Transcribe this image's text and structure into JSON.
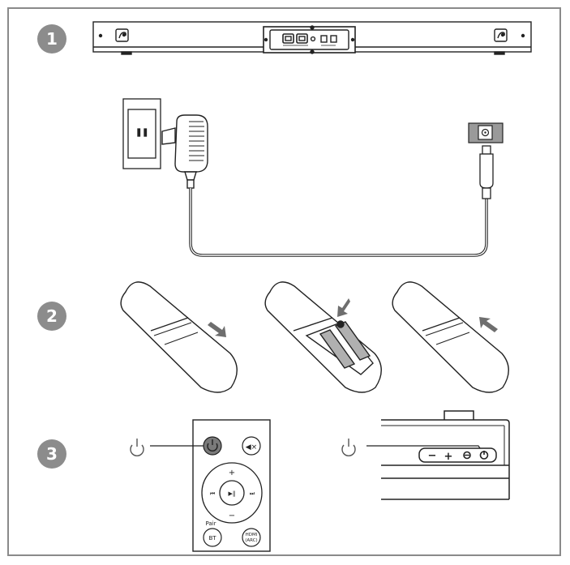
{
  "steps": [
    {
      "number": "1"
    },
    {
      "number": "2"
    },
    {
      "number": "3"
    }
  ],
  "remote_panel": {
    "plus_label": "+",
    "minus_label": "−",
    "pair_label": "Pair",
    "bt_label": "BT",
    "hdmi_label_line1": "HDMI",
    "hdmi_label_line2": "(ARC)",
    "prev_glyph": "⏮",
    "playpause_glyph": "▶‖",
    "next_glyph": "⏭",
    "mute_glyph": "◀×"
  },
  "soundbar_panel": {
    "minus_label": "−",
    "plus_label": "+"
  },
  "colors": {
    "step_circle": "#8c8c8c",
    "power_button_fill": "#7a7a7a",
    "line": "#222222"
  }
}
